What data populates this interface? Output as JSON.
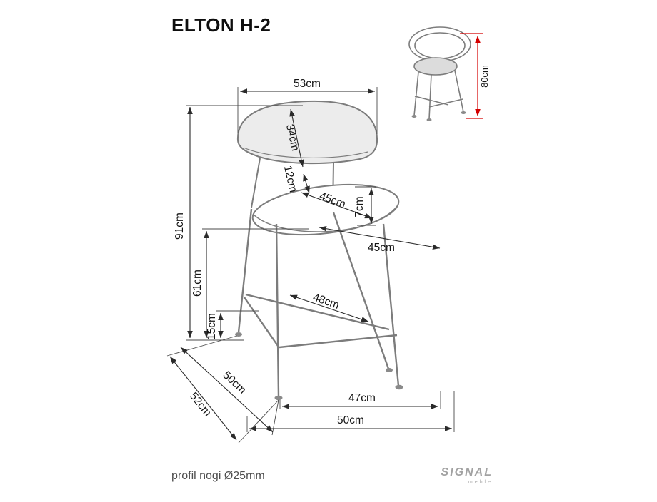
{
  "title": "ELTON H-2",
  "footer": {
    "note": "profil nogi Ø25mm"
  },
  "logo": {
    "name": "SIGNAL",
    "subtitle": "meble"
  },
  "colors": {
    "drawing_line": "#7c7c7c",
    "dimension_line": "#2a2a2a",
    "extension_line": "#4a4a4a",
    "accent_red": "#d40000",
    "backrest_fill": "#ececec",
    "seat_fill": "#ffffff",
    "small_seat_fill": "#dcdcdc"
  },
  "drawing": {
    "main_view": {
      "dims": {
        "backrest_width": "53cm",
        "backrest_height": "34cm",
        "backrest_to_seat_gap": "12cm",
        "seat_width": "45cm",
        "seat_thickness": "7cm",
        "seat_depth": "45cm",
        "total_height": "91cm",
        "seat_height": "61cm",
        "footrest_to_floor": "15cm",
        "footrest_width": "48cm",
        "depth_seat": "50cm",
        "depth_total": "52cm",
        "base_front_width": "47cm",
        "base_total_width": "50cm"
      }
    },
    "side_view": {
      "dims": {
        "seat_height_marked": "80cm"
      }
    }
  }
}
